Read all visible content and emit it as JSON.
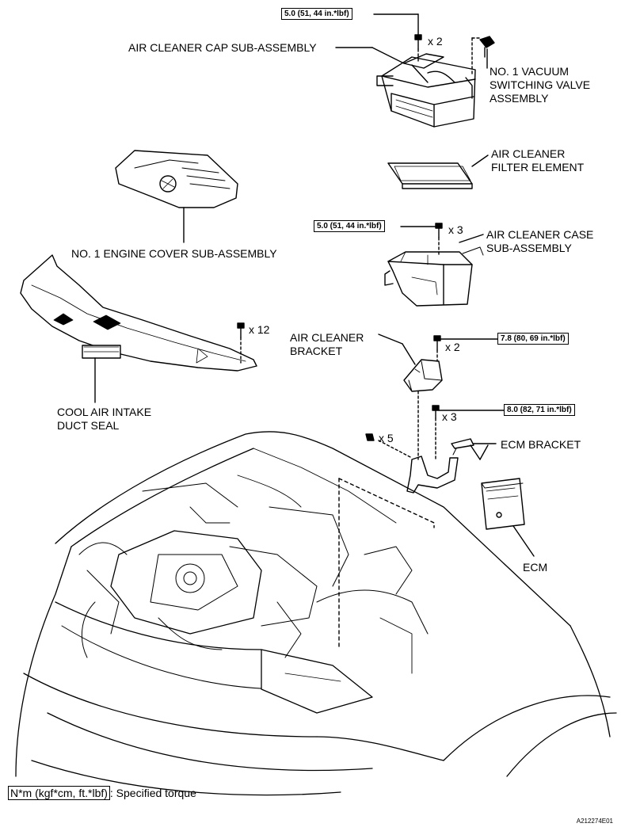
{
  "labels": {
    "air_cleaner_cap": "AIR CLEANER CAP SUB-ASSEMBLY",
    "vacuum_valve": [
      "NO. 1 VACUUM",
      "SWITCHING VALVE",
      "ASSEMBLY"
    ],
    "filter_element": [
      "AIR CLEANER",
      "FILTER ELEMENT"
    ],
    "engine_cover": "NO. 1 ENGINE COVER SUB-ASSEMBLY",
    "case": [
      "AIR CLEANER CASE",
      "SUB-ASSEMBLY"
    ],
    "bracket": [
      "AIR CLEANER",
      "BRACKET"
    ],
    "duct_seal": [
      "COOL AIR INTAKE",
      "DUCT SEAL"
    ],
    "ecm_bracket": "ECM BRACKET",
    "ecm": "ECM"
  },
  "torques": {
    "cap": "5.0 (51, 44 in.*lbf)",
    "case": "5.0 (51, 44 in.*lbf)",
    "bracket_upper": "7.8 (80, 69 in.*lbf)",
    "bracket_lower": "8.0 (82, 71 in.*lbf)"
  },
  "quantities": {
    "cap_bolts": "x 2",
    "case_bolts": "x 3",
    "seal_clips": "x 12",
    "bracket_upper_bolts": "x 2",
    "bracket_lower_bolts": "x 3",
    "ecm_bracket_bolts": "x 5"
  },
  "legend": {
    "unit_box": "N*m (kgf*cm, ft.*lbf)",
    "text": ": Specified torque"
  },
  "figure_id": "A212274E01"
}
